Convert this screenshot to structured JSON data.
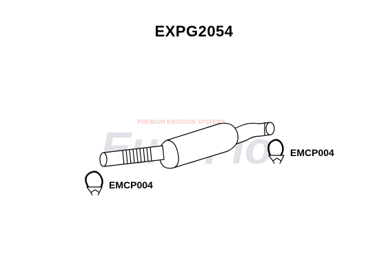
{
  "part_number": "EXPG2054",
  "watermark": {
    "brand": "EuroFlo",
    "tagline": "PREMIUM EMISSION SYSTEMS"
  },
  "components": [
    {
      "id": "clamp-right",
      "code": "EMCP004"
    },
    {
      "id": "clamp-left",
      "code": "EMCP004"
    }
  ],
  "colors": {
    "watermark_gray": "#d8dbe2",
    "watermark_red": "#f3c9c9",
    "line": "#000000"
  }
}
